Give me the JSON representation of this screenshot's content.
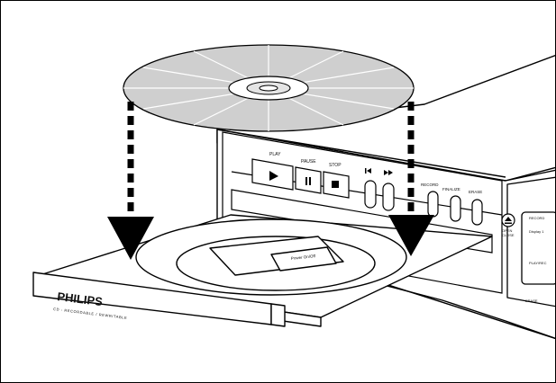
{
  "player": {
    "buttons": {
      "play": "PLAY",
      "pause": "PAUSE",
      "stop": "STOP",
      "record": "RECORD",
      "finalize": "FINALIZE",
      "erase": "ERASE",
      "open_close_1": "OPEN",
      "open_close_2": "CLOSE"
    },
    "display": {
      "line1": "RECORD",
      "line2": "Display 1",
      "line3": "PLAY/REC"
    },
    "side_label": "ERASE"
  },
  "tray": {
    "brand": "PHILIPS",
    "subtitle": "CD - RECORDABLE / REWRITABLE",
    "inner_label": "Power On/Off"
  },
  "icons": {
    "play": "play-icon",
    "pause": "pause-icon",
    "stop": "stop-icon",
    "previous": "previous-track-icon",
    "next": "next-track-icon",
    "eject": "eject-icon"
  }
}
